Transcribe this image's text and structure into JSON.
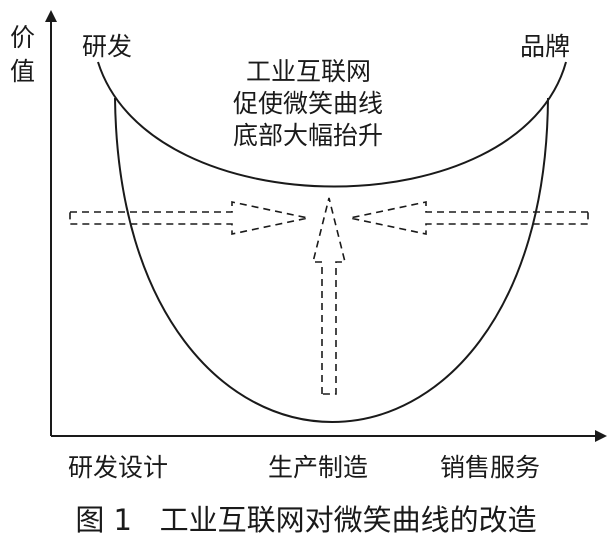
{
  "diagram": {
    "y_axis_label": [
      "价",
      "值"
    ],
    "curve_left_label": "研发",
    "curve_right_label": "品牌",
    "center_text": [
      "工业互联网",
      "促使微笑曲线",
      "底部大幅抬升"
    ],
    "x_labels": [
      "研发设计",
      "生产制造",
      "销售服务"
    ],
    "caption": "图 1   工业互联网对微笑曲线的改造",
    "colors": {
      "line": "#1a1a1a",
      "background": "#ffffff"
    }
  }
}
